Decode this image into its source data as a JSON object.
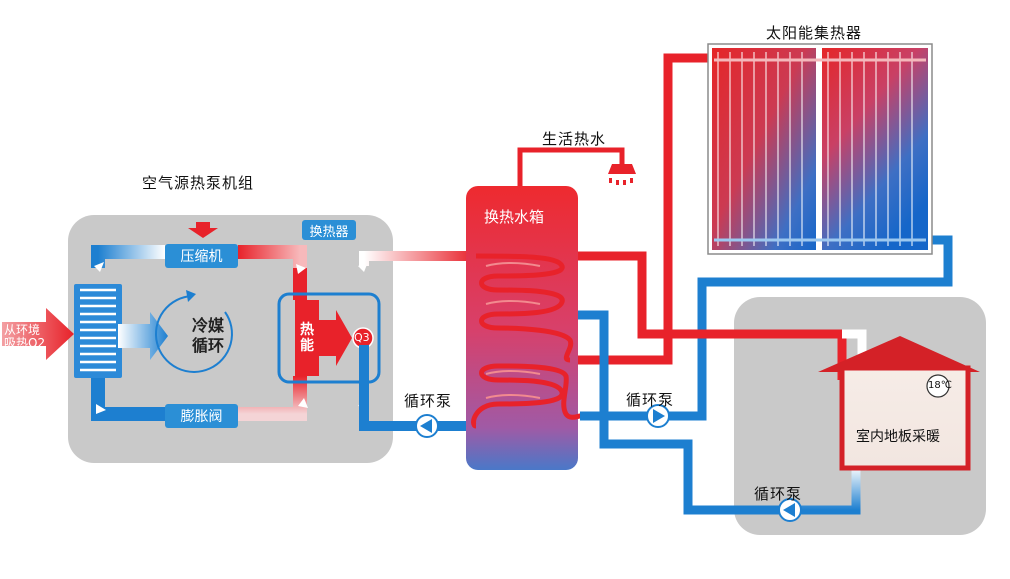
{
  "labels": {
    "heat_pump_unit": "空气源热泵机组",
    "heat_exchanger_tag": "换热器",
    "compressor": "压缩机",
    "expansion_valve": "膨胀阀",
    "refrigerant_cycle": "冷媒循环",
    "heat_energy": "热能",
    "q3": "Q3",
    "ambient_heat": "从环境吸热Q2",
    "ambient_heat_line1": "从环境",
    "ambient_heat_line2": "吸热Q2",
    "tank": "换热水箱",
    "domestic_hot_water": "生活热水",
    "solar_collector": "太阳能集热器",
    "pump_left": "循环泵",
    "pump_middle": "循环泵",
    "pump_bottom": "循环泵",
    "floor_heating": "室内地板采暖",
    "temperature": "18℃"
  },
  "colors": {
    "hot": "#e8222a",
    "cold": "#1d7fd0",
    "panel_gray": "#c9c9c9",
    "label_blue": "#2b8fd6"
  }
}
